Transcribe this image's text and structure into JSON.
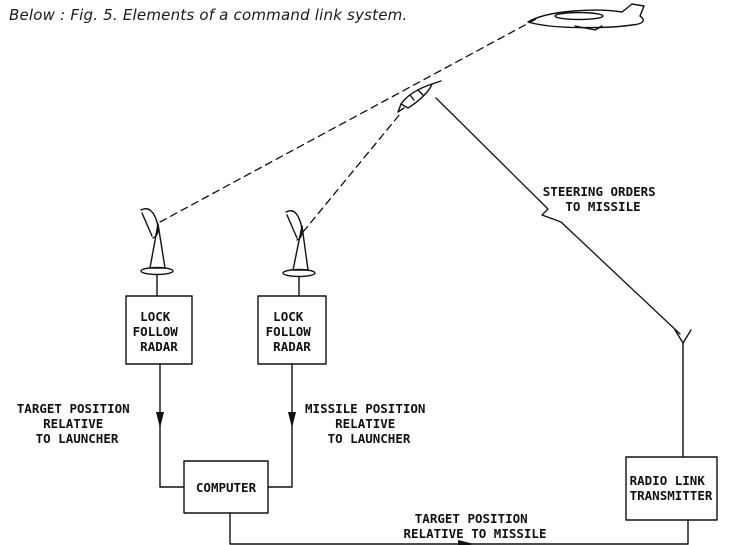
{
  "caption": "Below : Fig. 5. Elements of a command link system.",
  "diagram": {
    "radar_target": [
      "LOCK",
      "FOLLOW",
      "RADAR"
    ],
    "radar_missile": [
      "LOCK",
      "FOLLOW",
      "RADAR"
    ],
    "computer": [
      "COMPUTER"
    ],
    "transmitter": [
      "RADIO LINK",
      "TRANSMITTER"
    ],
    "label_target_position": [
      "TARGET POSITION",
      "RELATIVE",
      "TO LAUNCHER"
    ],
    "label_missile_position": [
      "MISSILE POSITION",
      "RELATIVE",
      "TO LAUNCHER"
    ],
    "label_steering": [
      "STEERING ORDERS",
      "TO MISSILE"
    ],
    "label_target_rel_missile": [
      "TARGET POSITION",
      "RELATIVE TO MISSILE"
    ]
  },
  "colors": {
    "ink": "#111111",
    "background": "#ffffff"
  },
  "icons": [
    "aircraft-icon",
    "missile-icon",
    "radar-dish-icon",
    "antenna-icon",
    "arrowhead-icon"
  ]
}
